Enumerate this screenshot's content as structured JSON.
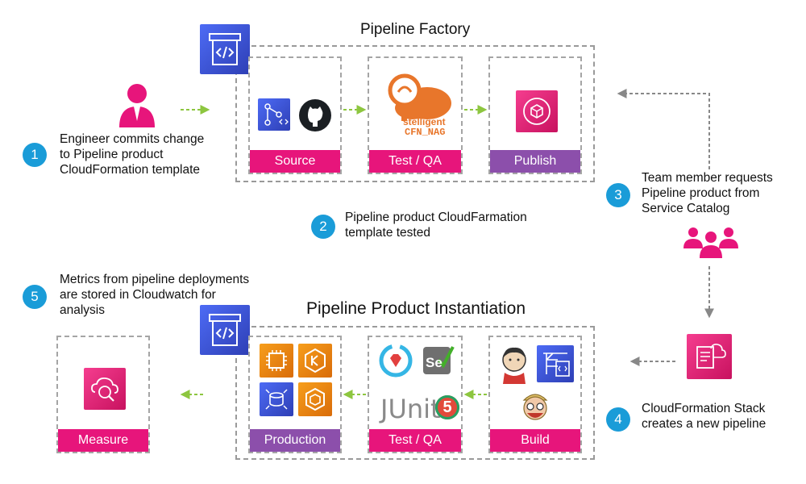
{
  "titles": {
    "factory": "Pipeline Factory",
    "instantiation": "Pipeline Product Instantiation"
  },
  "stages": {
    "source": "Source",
    "test_qa_top": "Test / QA",
    "publish": "Publish",
    "production": "Production",
    "test_qa_bottom": "Test / QA",
    "build": "Build",
    "measure": "Measure"
  },
  "steps": [
    {
      "num": "1",
      "text": [
        "Engineer commits change",
        "to Pipeline product",
        "CloudFormation template"
      ]
    },
    {
      "num": "2",
      "text": [
        "Pipeline product CloudFarmation",
        "template tested"
      ]
    },
    {
      "num": "3",
      "text": [
        "Team member requests",
        "Pipeline product from",
        "Service Catalog"
      ]
    },
    {
      "num": "4",
      "text": [
        "CloudFormation Stack",
        "creates a new pipeline"
      ]
    },
    {
      "num": "5",
      "text": [
        "Metrics from pipeline deployments",
        "are stored in Cloudwatch for",
        "analysis"
      ]
    }
  ],
  "logos": {
    "stelligent": "stelligent",
    "cfn_nag": "CFN_NAG",
    "junit": "JUnit",
    "junit_version": "5",
    "selenium": "Se"
  },
  "colors": {
    "pink": "#e7157b",
    "purple": "#8c4fab",
    "blue": "#1a9cd8",
    "arrow_green": "#8dc63f",
    "arrow_gray": "#888888"
  },
  "icons": {
    "codepipeline": "codepipeline-icon",
    "engineer": "engineer-icon",
    "team": "team-icon",
    "cloudformation": "cloudformation-stack-icon",
    "cloudwatch": "cloudwatch-icon"
  }
}
